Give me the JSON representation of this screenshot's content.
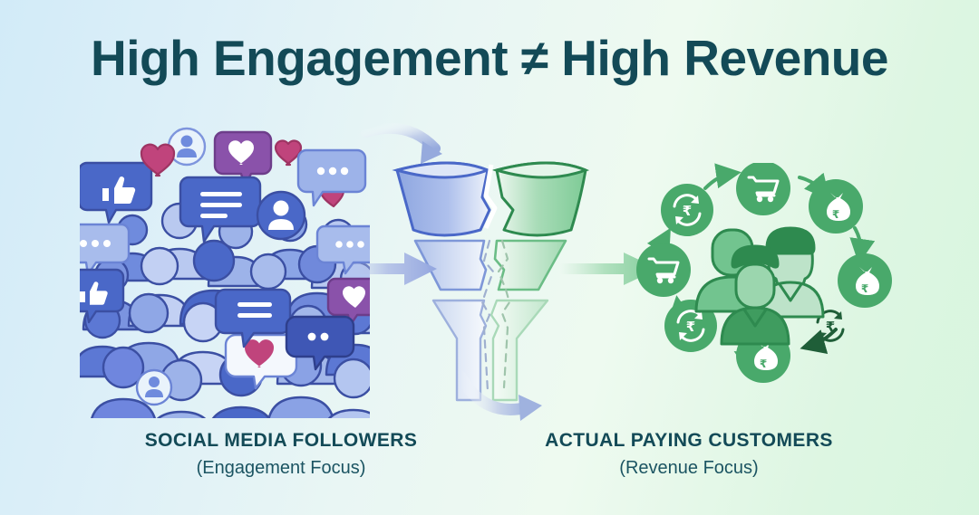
{
  "title": "High Engagement ≠ High Revenue",
  "background": {
    "left_color": "#d2ebf8",
    "right_color": "#d8f5df",
    "gradient": "linear-horizontal blue-to-green"
  },
  "palette": {
    "title_text": "#134a57",
    "caption_text": "#134a57",
    "caption_sub_text": "#1b5462",
    "blue_primary": "#4a68c8",
    "blue_dark": "#3b4fa3",
    "blue_light": "#9bb0e6",
    "purple": "#8a52aa",
    "pink_heart": "#c0447c",
    "green_primary": "#4caf6d",
    "green_dark": "#2e8a4f",
    "green_light": "#8fd3a5"
  },
  "left_panel": {
    "caption": "SOCIAL MEDIA FOLLOWERS",
    "subcaption": "(Engagement Focus)",
    "illustration": "crowd-of-social-media-followers",
    "icons": [
      "thumbs-up-icon",
      "heart-icon",
      "chat-bubble-icon",
      "user-avatar-icon",
      "heart-bubble-icon",
      "dots-chat-bubble-icon",
      "lines-chat-bubble-icon"
    ],
    "person_count_visual": 22
  },
  "center_panel": {
    "illustration": "broken-split-funnel",
    "tiers": 3,
    "left_half_color": "#4a68c8",
    "right_half_color": "#2e8a4f",
    "crack": "jagged-dashed-split",
    "inflow_arrow": "curved-arrow-into-funnel",
    "outflow_arrow": "curved-arrow-out-of-funnel"
  },
  "right_panel": {
    "caption": "ACTUAL PAYING CUSTOMERS",
    "subcaption": "(Revenue Focus)",
    "illustration": "paying-customers-revenue-cycle",
    "center_figure": "group-of-three-customers",
    "ring_icons": [
      "rupee-refresh-icon",
      "shopping-cart-icon",
      "money-bag-rupee-icon",
      "money-bag-rupee-icon",
      "rupee-refresh-icon",
      "money-bag-rupee-icon",
      "rupee-refresh-icon",
      "shopping-cart-icon"
    ],
    "currency_symbol": "₹"
  },
  "connectors": {
    "left_arrow": "arrow-right-blue",
    "right_arrow": "arrow-right-green"
  }
}
